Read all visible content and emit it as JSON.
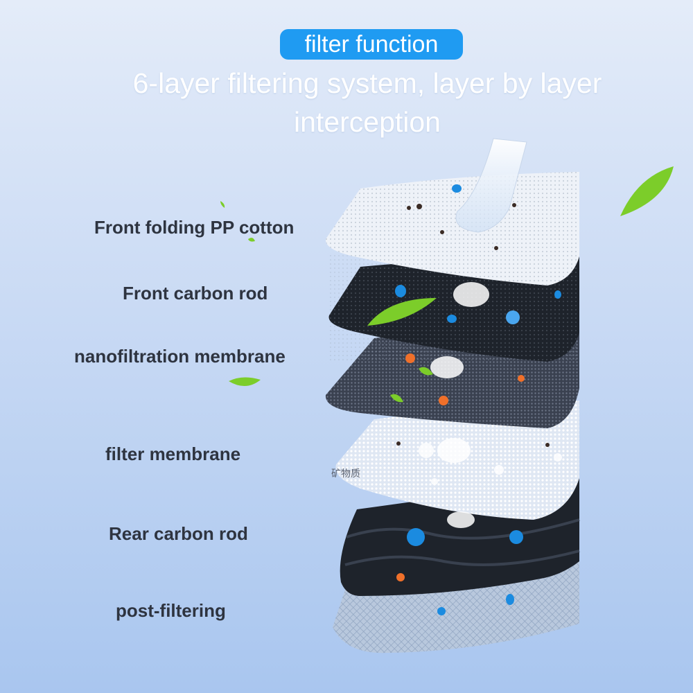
{
  "header": {
    "badge": "filter function",
    "headline": "6-layer filtering system, layer by layer interception"
  },
  "layers": [
    {
      "label": "Front folding PP cotton"
    },
    {
      "label": "Front carbon rod"
    },
    {
      "label": "nanofiltration membrane"
    },
    {
      "label": "filter membrane"
    },
    {
      "label": "Rear carbon rod"
    },
    {
      "label": "post-filtering"
    }
  ],
  "figure": {
    "caption_fragment": "矿物质"
  },
  "colors": {
    "badge": "#1f9bf2",
    "label_text": "#2e3440",
    "carbon": "#1e232b",
    "leaf": "#7ccd2a",
    "particle_blue": "#1b8be0",
    "particle_orange": "#f0702a"
  }
}
